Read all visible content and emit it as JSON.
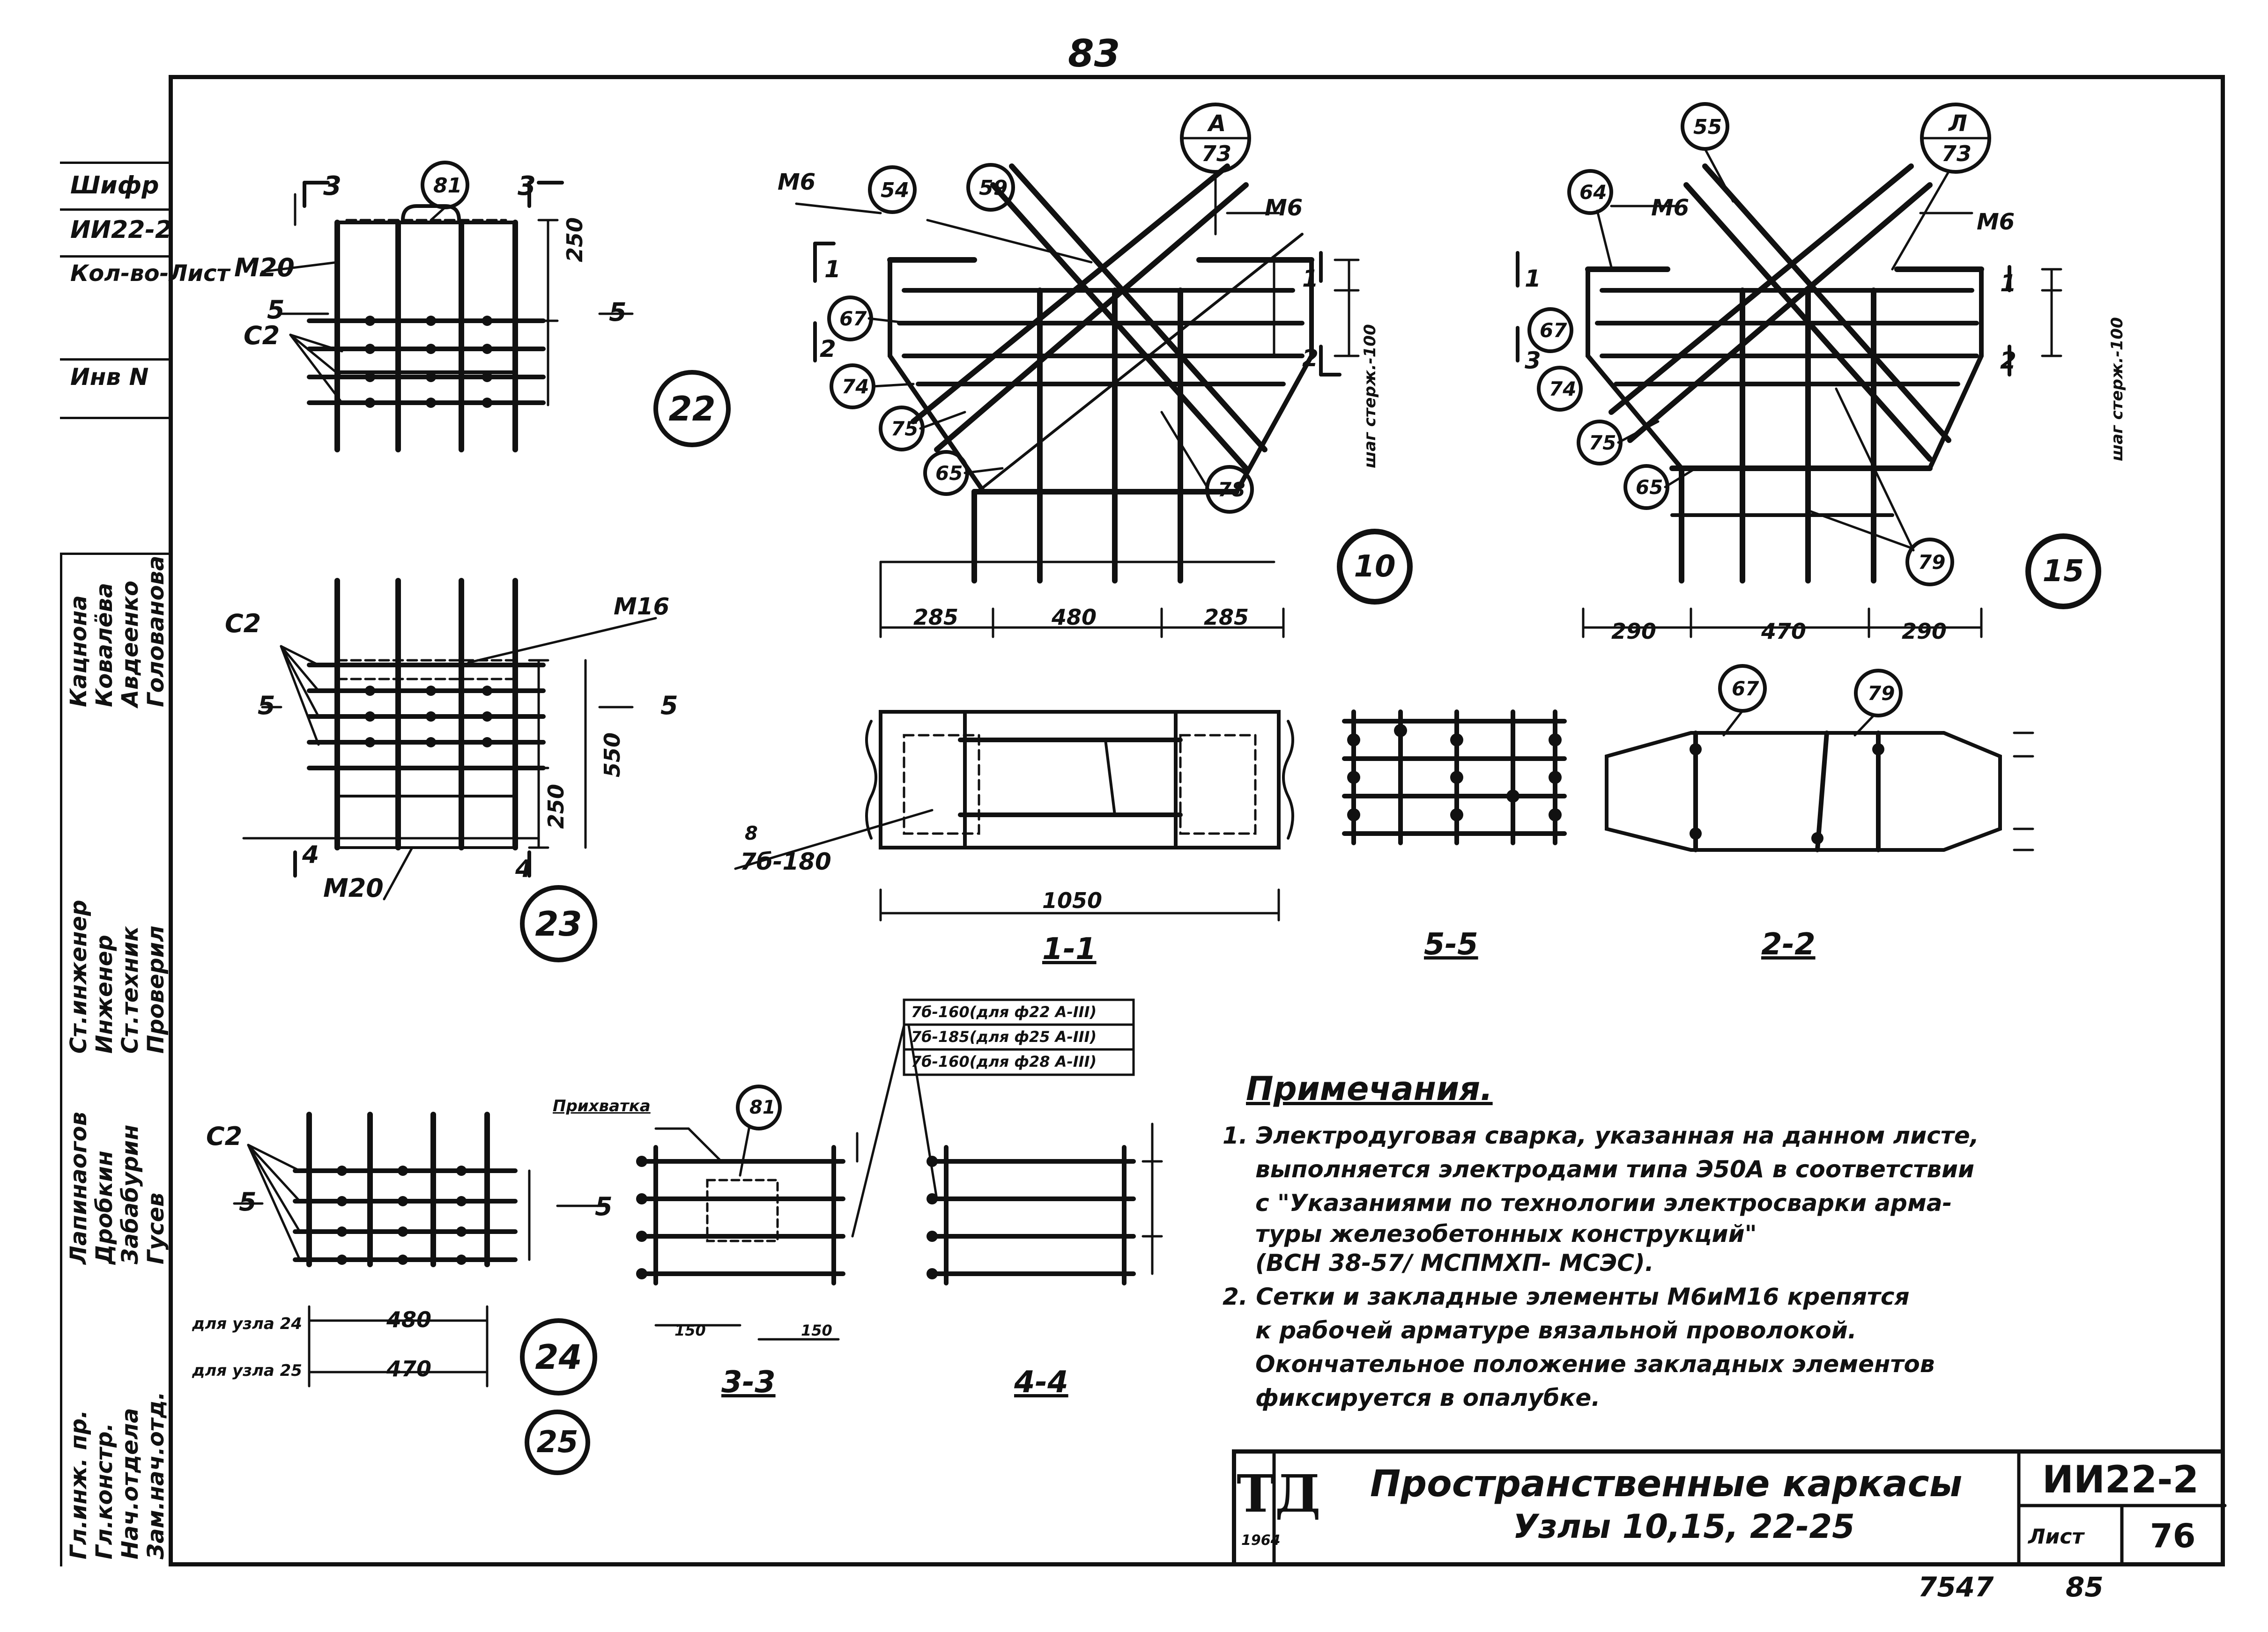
{
  "page_number_top": "83",
  "bottom_numbers": {
    "left": "7547",
    "right": "85"
  },
  "side_stamp": {
    "cipher": "Шифр",
    "doc_code": "ИИ22-2",
    "sheet_label": "Кол-во-Лист",
    "inv_label": "Инв N",
    "roles": [
      "Гл.инж. пр.",
      "Гл.констр.",
      "Нач.отдела",
      "Зам.нач.отд."
    ],
    "names_1": [
      "Лапинаогов",
      "Дробкин",
      "Забабурин",
      "Гусев"
    ],
    "roles_2": [
      "Ст.инженер",
      "Инженер",
      "Ст.техник",
      "Проверил"
    ],
    "names_2": [
      "Кацнона",
      "Ковалёва",
      "Авдеенко",
      "Голованова"
    ]
  },
  "node_labels": [
    "22",
    "23",
    "24",
    "25",
    "10",
    "15"
  ],
  "section_labels": [
    "1-1",
    "5-5",
    "2-2",
    "3-3",
    "4-4"
  ],
  "callouts": {
    "node10": [
      "54",
      "59",
      "67",
      "74",
      "75",
      "65",
      "78"
    ],
    "node10_ref": {
      "top": "А",
      "bottom": "73"
    },
    "node15": [
      "64",
      "55",
      "67",
      "74",
      "75",
      "65",
      "79"
    ],
    "node15_ref": {
      "top": "Л",
      "bottom": "73"
    },
    "node22": "81",
    "sec33": "81",
    "sec22": [
      "67",
      "79"
    ]
  },
  "marks": {
    "m20": "М20",
    "c2": "С2",
    "m16": "М16",
    "m6": "М6",
    "n1": "1",
    "n2": "2",
    "n3": "3",
    "n4": "4",
    "n5": "5",
    "p1": "Прихватка",
    "rod": "7б-180",
    "rod_top": "8"
  },
  "dims": {
    "n10": [
      "285",
      "480",
      "285"
    ],
    "n15": [
      "290",
      "470",
      "290"
    ],
    "n22_250": "250",
    "n23_550": "550",
    "n23_250": "250",
    "sec11": "1050",
    "n24": "480",
    "n25": "470",
    "s33": [
      "150",
      "150"
    ],
    "shag": "шаг стерж.-100"
  },
  "row_labels": {
    "u24": "для узла 24",
    "u25": "для узла 25"
  },
  "legend_box": [
    "7б-160(для ф22 А-III)",
    "7б-185(для ф25 А-III)",
    "7б-160(для ф28 А-III)"
  ],
  "notes_title": "Примечания.",
  "notes": [
    "1. Электродуговая сварка, указанная на данном листе,",
    "выполняется электродами типа Э50А в соответствии",
    "с \"Указаниями по технологии электросварки арма-",
    "туры железобетонных конструкций\"",
    "(ВСН 38-57/ МСПМХП- МСЭС).",
    "2. Сетки и закладные элементы М6иМ16 крепятся",
    "к рабочей арматуре вязальной проволокой.",
    "Окончательное положение закладных элементов",
    "фиксируется в опалубке."
  ],
  "title_block": {
    "logo": "ТД",
    "year": "1964",
    "title_line1": "Пространственные каркасы",
    "title_line2": "Узлы 10,15, 22-25",
    "code": "ИИ22-2",
    "sheet_label": "Лист",
    "sheet_no": "76"
  }
}
